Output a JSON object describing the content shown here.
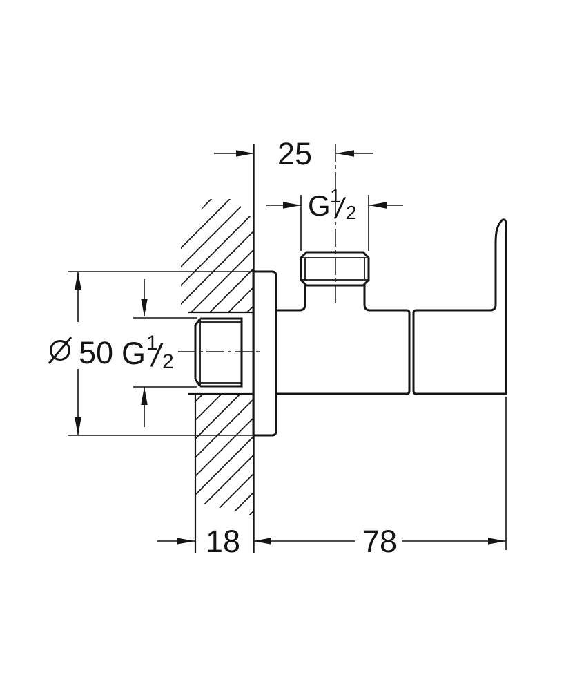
{
  "drawing": {
    "type": "technical-dimension-drawing",
    "colors": {
      "line": "#141414",
      "background": "#ffffff"
    },
    "dim_wall_offset": {
      "value": "25"
    },
    "dim_top_thread": {
      "main": "G",
      "sup": "1",
      "slash": "/",
      "sub": "2"
    },
    "dim_escutcheon_diameter": {
      "symbol": "⌀",
      "value": "50"
    },
    "dim_inlet_thread": {
      "main": "G",
      "sup": "1",
      "slash": "/",
      "sub": "2"
    },
    "dim_wall_thickness": {
      "value": "18"
    },
    "dim_body_length": {
      "value": "78"
    }
  }
}
